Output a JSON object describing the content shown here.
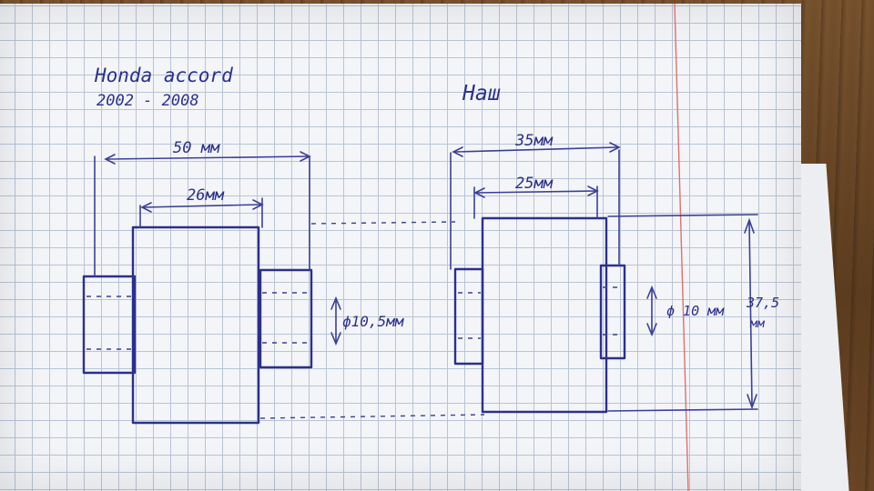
{
  "left_part": {
    "title_line1": "Honda accord",
    "title_line2": "2002 - 2008",
    "width_outer": "50 мм",
    "width_inner": "26мм",
    "diameter": "ϕ10,5мм"
  },
  "right_part": {
    "title": "Наш",
    "width_outer": "35мм",
    "width_inner": "25мм",
    "diameter": "ϕ 10 мм",
    "height_value": "37,5",
    "height_unit": "мм"
  },
  "colors": {
    "ink": "#2b2f8f",
    "grid": "#b9c4d6",
    "margin": "#e0706a"
  }
}
